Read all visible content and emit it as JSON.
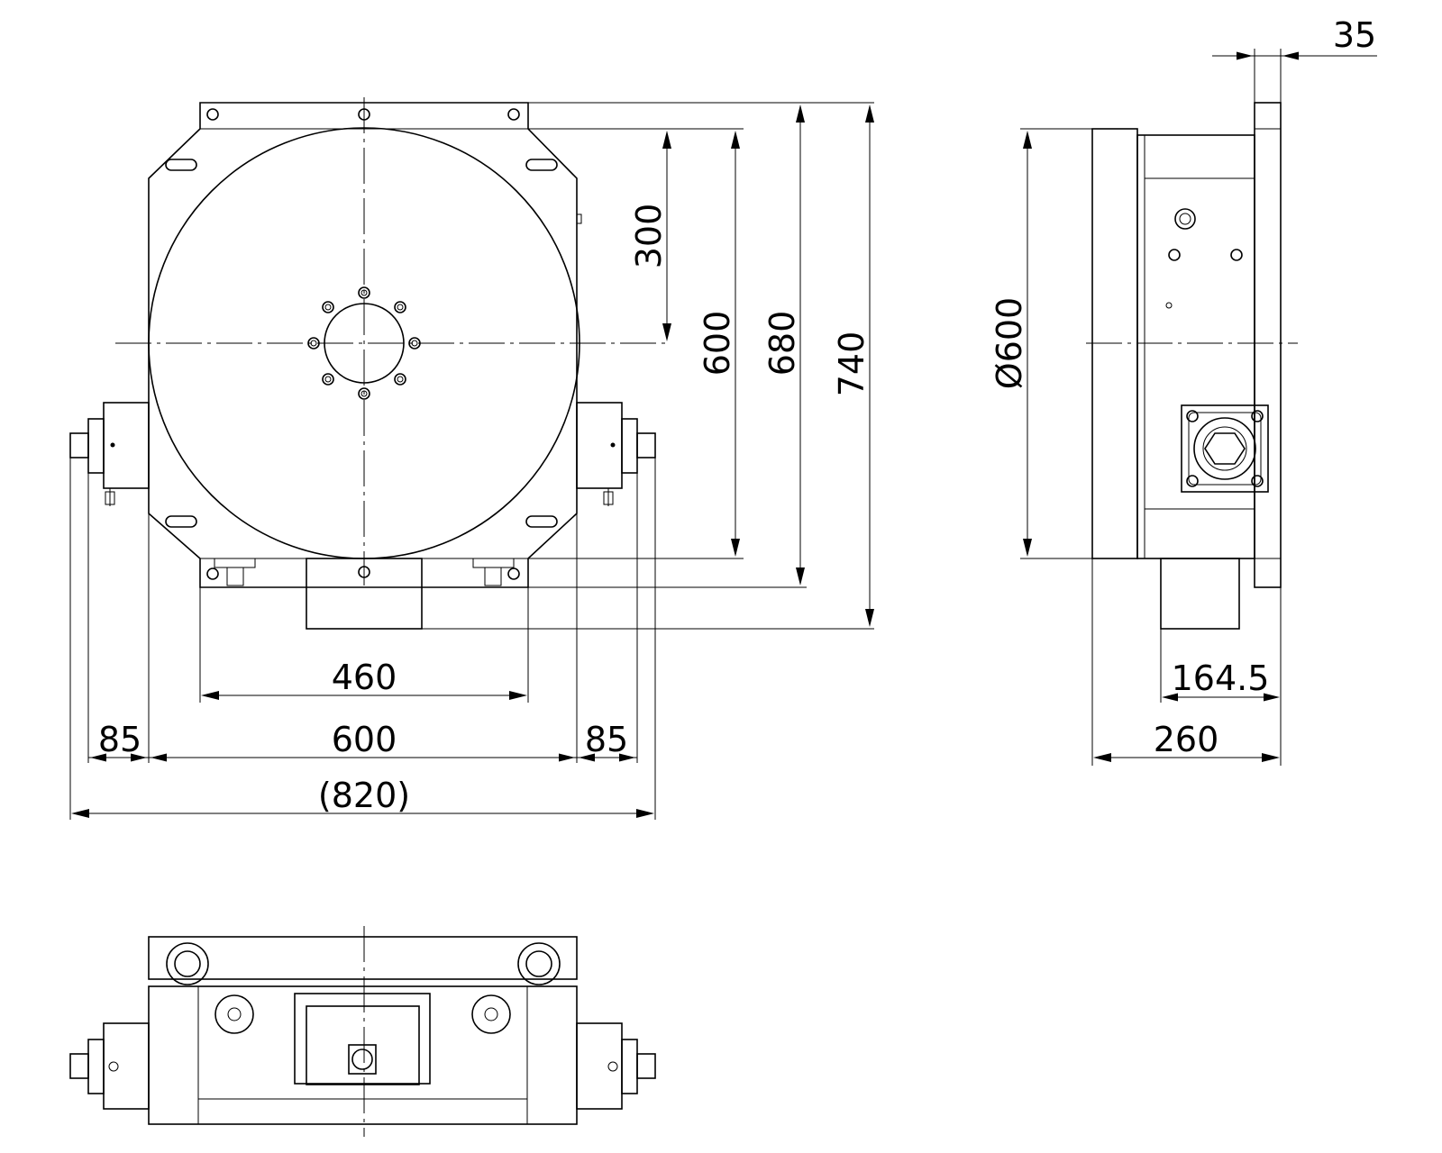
{
  "dimensions": {
    "front": {
      "d300": "300",
      "d600v": "600",
      "d680": "680",
      "d740": "740",
      "d460": "460",
      "d85_left": "85",
      "d600h": "600",
      "d85_right": "85",
      "d820": "(820)"
    },
    "side": {
      "d35": "35",
      "dia600": "Ø600",
      "d164_5": "164.5",
      "d260": "260"
    }
  }
}
